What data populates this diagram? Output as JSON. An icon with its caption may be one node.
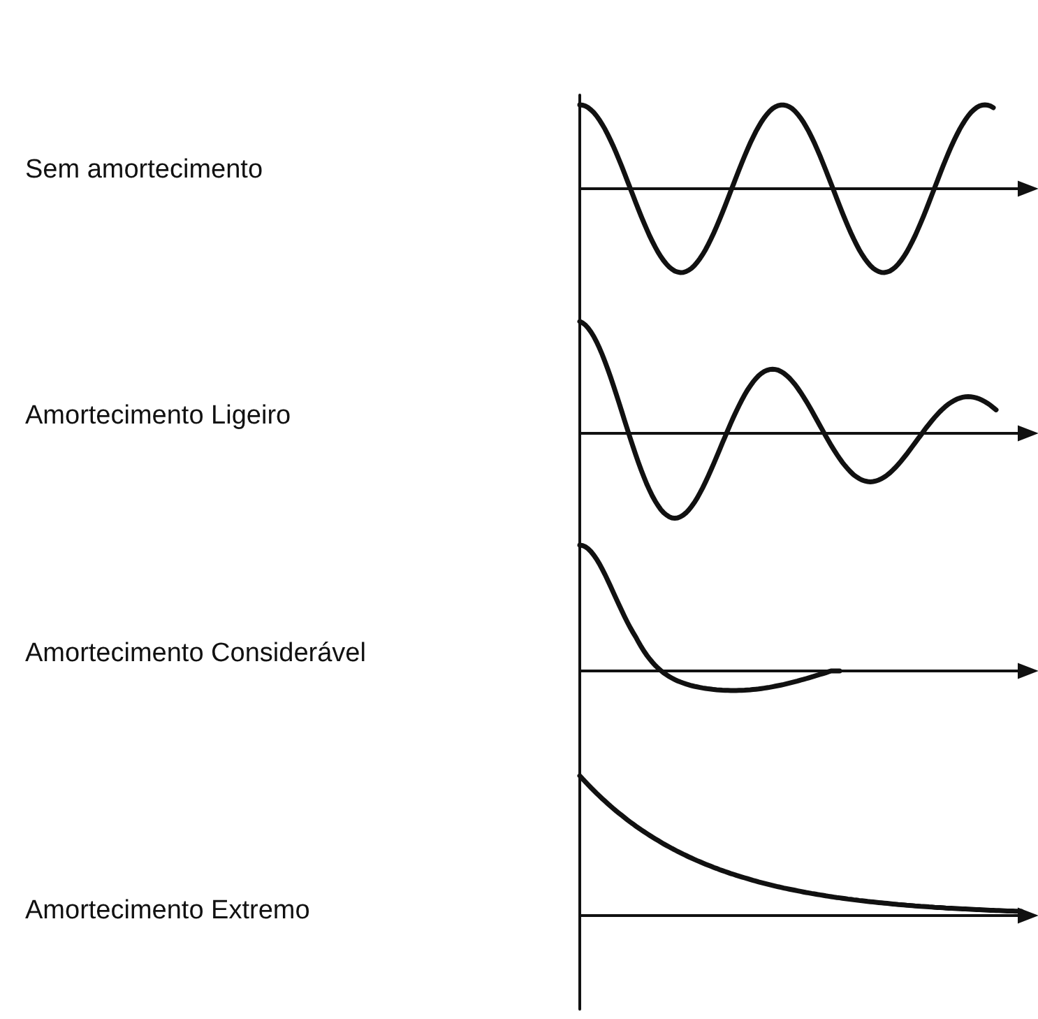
{
  "diagram": {
    "labels": [
      "Sem amortecimento",
      "Amortecimento Ligeiro",
      "Amortecimento Considerável",
      "Amortecimento Extremo"
    ]
  }
}
